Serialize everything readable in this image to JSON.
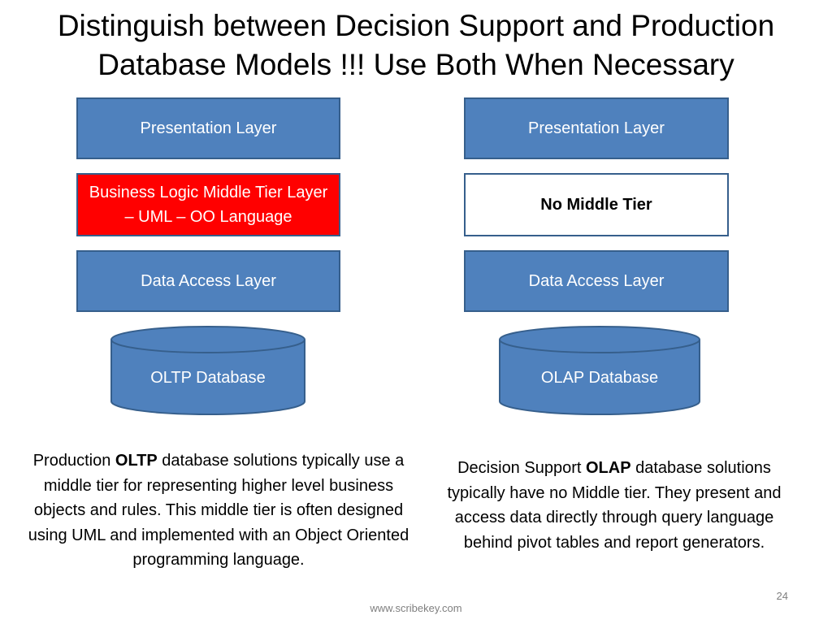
{
  "title": "Distinguish between Decision Support and Production Database Models !!! Use Both When Necessary",
  "left_stack": {
    "presentation": "Presentation Layer",
    "middle": "Business Logic Middle Tier Layer – UML – OO Language",
    "data_access": "Data Access Layer",
    "database": "OLTP Database"
  },
  "right_stack": {
    "presentation": "Presentation Layer",
    "middle": "No Middle Tier",
    "data_access": "Data Access Layer",
    "database": "OLAP Database"
  },
  "left_desc": {
    "pre": "Production ",
    "bold": "OLTP",
    "post": " database solutions typically use a middle tier for representing higher level business objects and rules. This middle tier is often designed using UML and implemented with an Object Oriented programming language."
  },
  "right_desc": {
    "pre": "Decision Support ",
    "bold": "OLAP",
    "post": " database solutions typically have no Middle tier. They present and access data directly through query language behind pivot tables and report generators."
  },
  "footer": "www.scribekey.com",
  "page_number": "24",
  "colors": {
    "layer_blue": "#4f81bd",
    "layer_border": "#365f8c",
    "business_logic_red": "#ff0000"
  }
}
